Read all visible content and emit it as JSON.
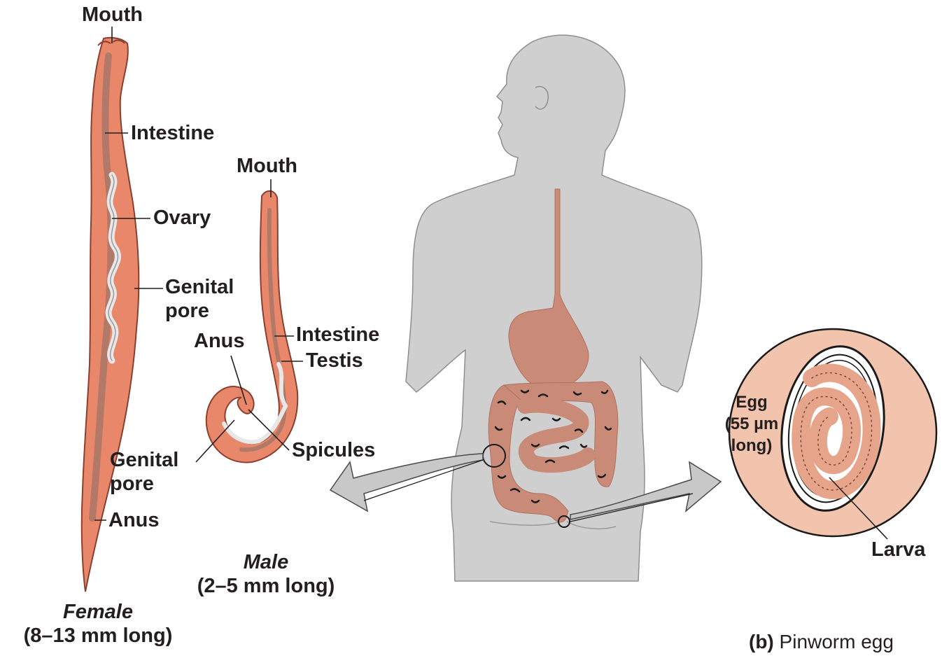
{
  "female": {
    "mouth": "Mouth",
    "intestine": "Intestine",
    "ovary": "Ovary",
    "genital_pore_line1": "Genital",
    "genital_pore_line2": "pore",
    "anus": "Anus",
    "caption_name": "Female",
    "caption_size": "(8–13 mm long)"
  },
  "male": {
    "mouth": "Mouth",
    "intestine": "Intestine",
    "testis": "Testis",
    "anus": "Anus",
    "spicules": "Spicules",
    "genital_pore_line1": "Genital",
    "genital_pore_line2": "pore",
    "caption_name": "Male",
    "caption_size": "(2–5 mm long)"
  },
  "egg": {
    "egg_line1": "Egg",
    "egg_line2": "(55 µm",
    "egg_line3": "long)",
    "larva": "Larva"
  },
  "caption": {
    "part": "(b)",
    "title": "Pinworm egg"
  },
  "colors": {
    "worm_body": "#e9876a",
    "worm_dark": "#b9624a",
    "intestine": "#b27868",
    "body_gray": "#cfcfcf",
    "gut": "#c98b78",
    "egg_bg": "#f2c3ad",
    "arrow_gray": "#c8c8c8"
  }
}
